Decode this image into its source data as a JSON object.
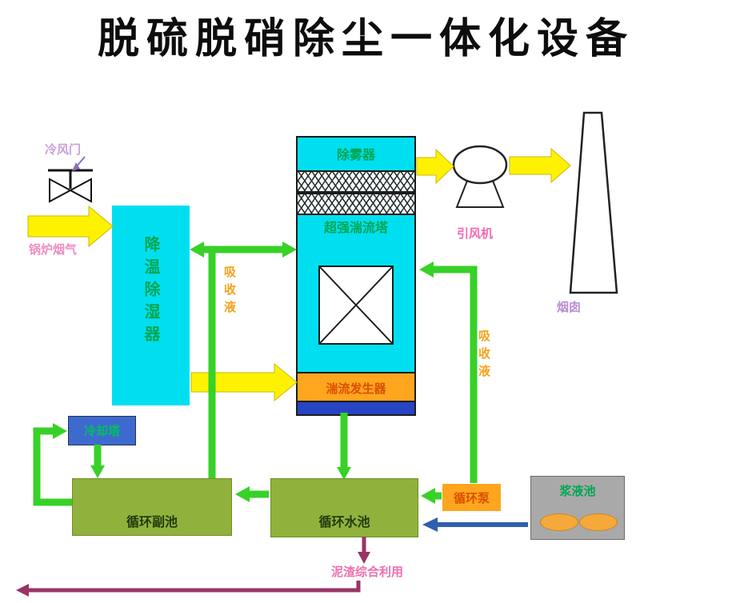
{
  "title": "脱硫脱硝除尘一体化设备",
  "nodes": {
    "cold_air_door": "冷风门",
    "boiler_flue_gas": "锅炉烟气",
    "cooling_dehumidifier": "降温除湿器",
    "demister": "除雾器",
    "turbulence_tower": "超强湍流塔",
    "turbulence_generator": "湍流发生器",
    "absorption_liquid": "吸收液",
    "induced_draft_fan": "引风机",
    "chimney": "烟囱",
    "cooling_tower": "冷却塔",
    "circulation_aux_pool": "循环副池",
    "circulation_water_pool": "循环水池",
    "circulation_pump": "循环泵",
    "slurry_pool": "浆液池",
    "sludge_comprehensive_utilization": "泥渣综合利用"
  },
  "colors": {
    "cyan_vessel": "#00dff0",
    "flow_green": "#38d128",
    "arrow_yellow": "#fff200",
    "band_orange": "#ffa51e",
    "band_blue": "#2744c4",
    "pool_green": "#90b23c",
    "slurry_gray": "#a9a9a9",
    "cooling_tower_blue": "#3e6ad0",
    "slurry_arrow_blue": "#2f5fae",
    "sludge_maroon": "#9a3366",
    "label_green": "#00a651",
    "label_orange": "#f6a21c",
    "label_pink": "#f468b4",
    "label_purple": "#b98fd6"
  }
}
